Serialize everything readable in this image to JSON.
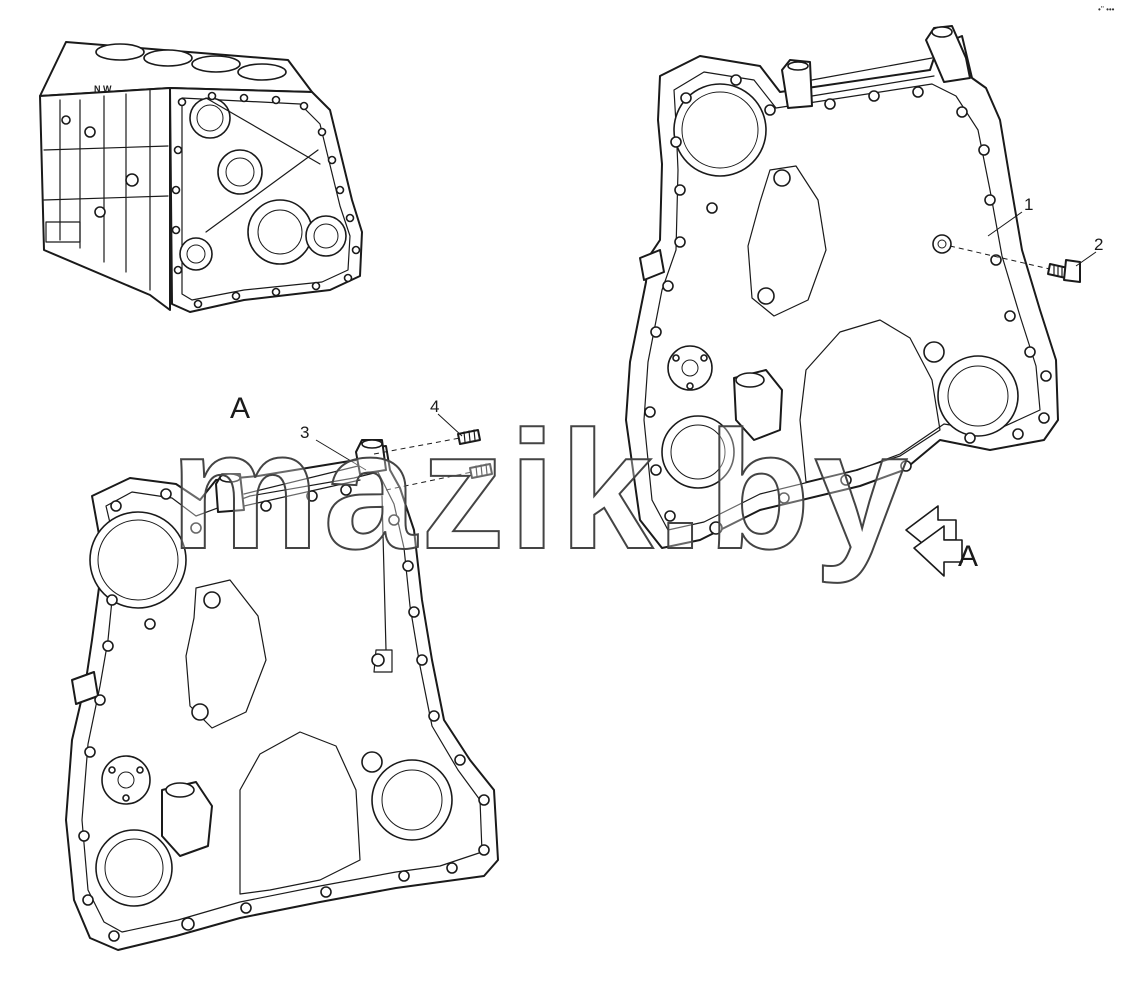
{
  "diagram": {
    "callouts": [
      {
        "id": "1",
        "label": "1"
      },
      {
        "id": "2",
        "label": "2"
      },
      {
        "id": "3",
        "label": "3"
      },
      {
        "id": "4",
        "label": "4"
      }
    ],
    "view_marker_label": "A",
    "view_section_label": "A",
    "block_lettering": "N W",
    "corner_code": "•'' •••"
  },
  "watermark": {
    "text": "mazik.by"
  },
  "colors": {
    "line": "#1a1a1a",
    "background": "#ffffff"
  }
}
